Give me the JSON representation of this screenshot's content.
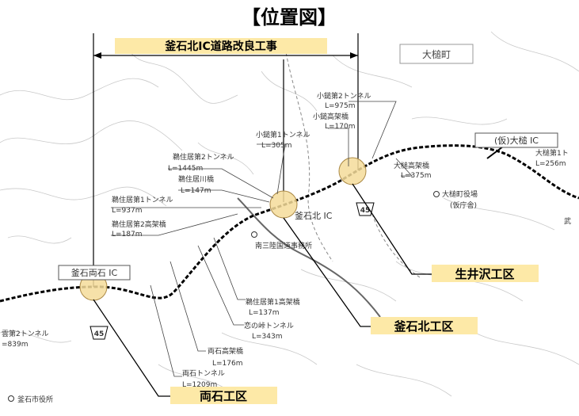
{
  "title": "【位置図】",
  "project_label": "釜石北IC道路改良工事",
  "town_box": "大槌町",
  "routes": [
    "45"
  ],
  "colors": {
    "highlight": "#fde9a7",
    "ic_circle": "#f5dc9a",
    "road": "#000000"
  },
  "sections": [
    {
      "label": "生井沢工区"
    },
    {
      "label": "釜石北工区"
    },
    {
      "label": "両石工区"
    }
  ],
  "interchanges": [
    {
      "label": "釜石両石 IC"
    },
    {
      "label": "釜石北 IC"
    },
    {
      "label": "(仮)大槌 IC"
    }
  ],
  "offices": [
    {
      "label": "南三陸国道事務所"
    },
    {
      "label": "大槌町役場"
    },
    {
      "label": "(仮庁舎)"
    },
    {
      "label": "釜石市役所"
    }
  ],
  "structures": [
    {
      "name": "小鎚第2トンネル",
      "length": "L=975m"
    },
    {
      "name": "小鎚高架橋",
      "length": "L=170m"
    },
    {
      "name": "小鎚第1トンネル",
      "length": "L=305m"
    },
    {
      "name": "鵜住居第2トンネル",
      "length": "L=1445m"
    },
    {
      "name": "鵜住居川橋",
      "length": "L=147m"
    },
    {
      "name": "鵜住居第1トンネル",
      "length": "L=937m"
    },
    {
      "name": "鵜住居第2高架橋",
      "length": "L=187m"
    },
    {
      "name": "大槌高架橋",
      "length": "L=375m"
    },
    {
      "name": "大槌第1ト",
      "length": "L=256m"
    },
    {
      "name": "鵜住居第1高架橋",
      "length": "L=137m"
    },
    {
      "name": "恋の峠トンネル",
      "length": "L=343m"
    },
    {
      "name": "両石高架橋",
      "length": "L=176m"
    },
    {
      "name": "両石トンネル",
      "length": "L=1209m"
    },
    {
      "name": "雲第2トンネル",
      "length": "=839m"
    }
  ],
  "misc_labels": [
    "武"
  ]
}
